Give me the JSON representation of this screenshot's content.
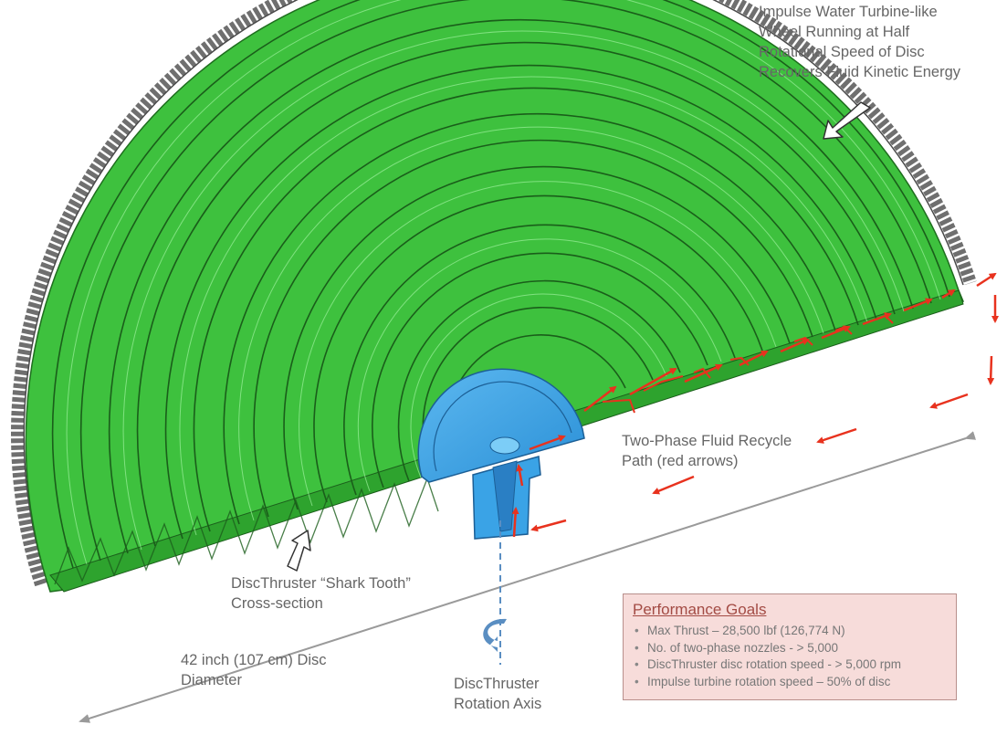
{
  "labels": {
    "turbine": [
      "Impulse Water Turbine-like",
      "Wheel Running at Half",
      "Rotational Speed of Disc",
      "Recovers Fluid Kinetic Energy"
    ],
    "fluid_path": [
      "Two-Phase Fluid Recycle",
      "Path (red arrows)"
    ],
    "shark_tooth": [
      "DiscThruster “Shark Tooth”",
      "Cross-section"
    ],
    "diameter": [
      "42 inch (107 cm) Disc",
      "Diameter"
    ],
    "rotation_axis": [
      "DiscThruster",
      "Rotation Axis"
    ]
  },
  "performance": {
    "title": "Performance Goals",
    "items": [
      "Max Thrust – 28,500 lbf (126,774 N)",
      "No. of two-phase nozzles - > 5,000",
      "DiscThruster disc rotation speed - > 5,000 rpm",
      "Impulse turbine rotation speed – 50% of disc"
    ]
  },
  "colors": {
    "disc_green": "#3ec13e",
    "hub_blue": "#3aa3e6",
    "arrow_red": "#e8321e",
    "turbine_gray": "#6f6f6f",
    "label_gray": "#666666",
    "box_fill": "#f7dcda",
    "box_title": "#a34b44"
  },
  "icons": [
    "hollow-arrow-icon",
    "rotation-arrow-icon",
    "red-arrow-icon"
  ]
}
